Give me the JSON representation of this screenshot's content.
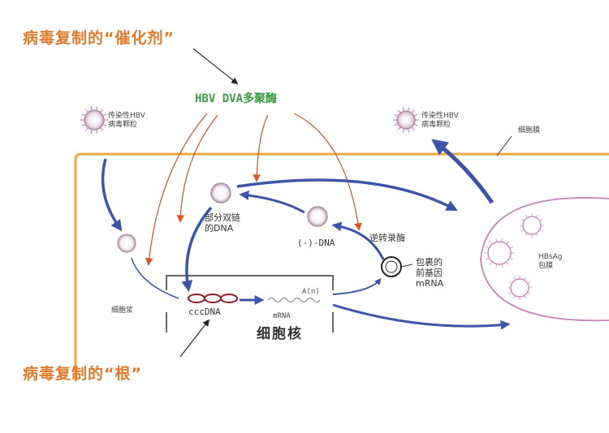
{
  "titles": {
    "catalyst": "病毒复制的“催化剂”",
    "root": "病毒复制的“根”"
  },
  "enzyme_label": "HBV DVA多聚酶",
  "labels": {
    "infectious_in": [
      "传染性HBV",
      "病毒颗粒"
    ],
    "infectious_out": [
      "传染性HBV",
      "病毒颗粒"
    ],
    "cell_membrane": "细胞膜",
    "partial_dsdna": [
      "部分双链",
      "的DNA"
    ],
    "minus_dna": "(-)-DNA",
    "reverse_transcriptase": "逆转录酶",
    "encapsidated": [
      "包裹的",
      "前基因",
      "mRNA"
    ],
    "cytoplasm": "细胞浆",
    "cccdna": "cccDNA",
    "mrna": "mRNA",
    "poly_a": "A(n)",
    "nucleus": "细胞核",
    "hbsag": [
      "HBsAg",
      "包膜"
    ]
  },
  "colors": {
    "orange": "#e9a745",
    "title_orange": "#e07a2e",
    "blue": "#3d55a8",
    "red_brown": "#c2562f",
    "green": "#3e9a46",
    "pink": "#c985b4",
    "magenta": "#b53a73",
    "gray": "#555555"
  }
}
